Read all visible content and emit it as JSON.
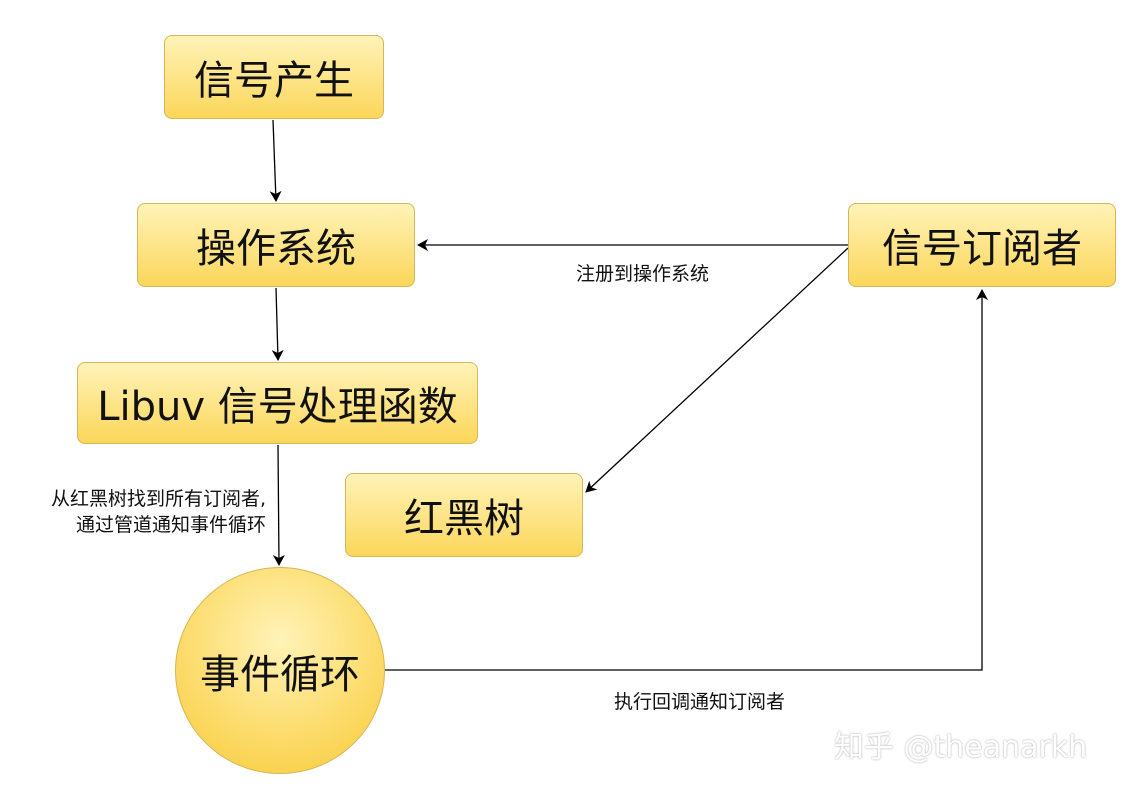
{
  "nodes": {
    "signal_generation": "信号产生",
    "operating_system": "操作系统",
    "libuv_signal_handler": "Libuv 信号处理函数",
    "event_loop": "事件循环",
    "signal_subscriber": "信号订阅者",
    "red_black_tree": "红黑树"
  },
  "edge_labels": {
    "register_to_os": "注册到操作系统",
    "find_subscribers_line1": "从红黑树找到所有订阅者,",
    "find_subscribers_line2": "通过管道通知事件循环",
    "callback_notify": "执行回调通知订阅者"
  },
  "watermark": "知乎 @theanarkh",
  "colors": {
    "node_fill_top": "#fff3b8",
    "node_fill_bottom": "#fbd65a",
    "node_border": "#d6b656",
    "edge": "#000000"
  }
}
